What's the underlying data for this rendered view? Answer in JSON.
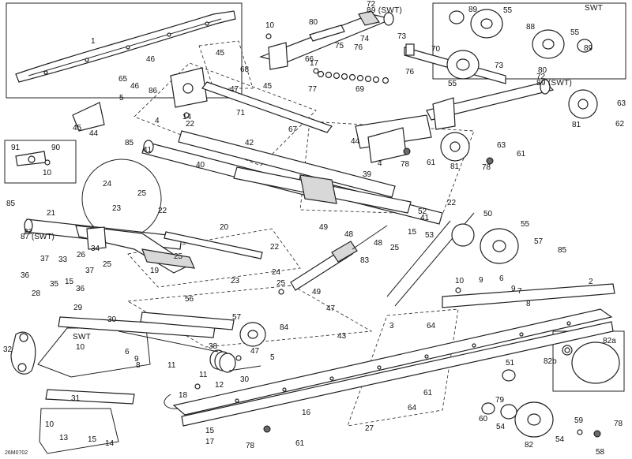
{
  "diagram": {
    "drawing_code": "26M0702",
    "labels": [
      {
        "id": "1",
        "text": "1"
      },
      {
        "id": "2",
        "text": "2"
      },
      {
        "id": "3",
        "text": "3"
      },
      {
        "id": "4a",
        "text": "4"
      },
      {
        "id": "4b",
        "text": "4"
      },
      {
        "id": "5a",
        "text": "5"
      },
      {
        "id": "5b",
        "text": "5"
      },
      {
        "id": "6a",
        "text": "6"
      },
      {
        "id": "6b",
        "text": "6"
      },
      {
        "id": "7",
        "text": "7"
      },
      {
        "id": "8a",
        "text": "8"
      },
      {
        "id": "8b",
        "text": "8"
      },
      {
        "id": "9a",
        "text": "9"
      },
      {
        "id": "9b",
        "text": "9"
      },
      {
        "id": "9c",
        "text": "9"
      },
      {
        "id": "10a",
        "text": "10"
      },
      {
        "id": "10b",
        "text": "10"
      },
      {
        "id": "10c",
        "text": "10"
      },
      {
        "id": "10d",
        "text": "10"
      },
      {
        "id": "10e",
        "text": "10"
      },
      {
        "id": "11a",
        "text": "11"
      },
      {
        "id": "11b",
        "text": "11"
      },
      {
        "id": "12",
        "text": "12"
      },
      {
        "id": "13",
        "text": "13"
      },
      {
        "id": "14a",
        "text": "14"
      },
      {
        "id": "14b",
        "text": "14"
      },
      {
        "id": "15a",
        "text": "15"
      },
      {
        "id": "15b",
        "text": "15"
      },
      {
        "id": "15c",
        "text": "15"
      },
      {
        "id": "15d",
        "text": "15"
      },
      {
        "id": "16",
        "text": "16"
      },
      {
        "id": "17a",
        "text": "17"
      },
      {
        "id": "17b",
        "text": "17"
      },
      {
        "id": "18",
        "text": "18"
      },
      {
        "id": "19",
        "text": "19"
      },
      {
        "id": "20",
        "text": "20"
      },
      {
        "id": "21",
        "text": "21"
      },
      {
        "id": "22a",
        "text": "22"
      },
      {
        "id": "22b",
        "text": "22"
      },
      {
        "id": "22c",
        "text": "22"
      },
      {
        "id": "22d",
        "text": "22"
      },
      {
        "id": "22e",
        "text": "22"
      },
      {
        "id": "23a",
        "text": "23"
      },
      {
        "id": "23b",
        "text": "23"
      },
      {
        "id": "24a",
        "text": "24"
      },
      {
        "id": "24b",
        "text": "24"
      },
      {
        "id": "25a",
        "text": "25"
      },
      {
        "id": "25b",
        "text": "25"
      },
      {
        "id": "25c",
        "text": "25"
      },
      {
        "id": "25d",
        "text": "25"
      },
      {
        "id": "25e",
        "text": "25"
      },
      {
        "id": "26",
        "text": "26"
      },
      {
        "id": "27",
        "text": "27"
      },
      {
        "id": "28",
        "text": "28"
      },
      {
        "id": "29",
        "text": "29"
      },
      {
        "id": "30a",
        "text": "30"
      },
      {
        "id": "30b",
        "text": "30"
      },
      {
        "id": "31",
        "text": "31"
      },
      {
        "id": "32",
        "text": "32"
      },
      {
        "id": "33",
        "text": "33"
      },
      {
        "id": "34",
        "text": "34"
      },
      {
        "id": "35",
        "text": "35"
      },
      {
        "id": "36a",
        "text": "36"
      },
      {
        "id": "36b",
        "text": "36"
      },
      {
        "id": "37a",
        "text": "37"
      },
      {
        "id": "37b",
        "text": "37"
      },
      {
        "id": "38",
        "text": "38"
      },
      {
        "id": "39",
        "text": "39"
      },
      {
        "id": "40",
        "text": "40"
      },
      {
        "id": "41a",
        "text": "41"
      },
      {
        "id": "41b",
        "text": "41"
      },
      {
        "id": "42",
        "text": "42"
      },
      {
        "id": "43",
        "text": "43"
      },
      {
        "id": "44a",
        "text": "44"
      },
      {
        "id": "44b",
        "text": "44"
      },
      {
        "id": "45a",
        "text": "45"
      },
      {
        "id": "45b",
        "text": "45"
      },
      {
        "id": "45c",
        "text": "45"
      },
      {
        "id": "46a",
        "text": "46"
      },
      {
        "id": "46b",
        "text": "46"
      },
      {
        "id": "47a",
        "text": "47"
      },
      {
        "id": "47b",
        "text": "47"
      },
      {
        "id": "47c",
        "text": "47"
      },
      {
        "id": "48a",
        "text": "48"
      },
      {
        "id": "48b",
        "text": "48"
      },
      {
        "id": "49a",
        "text": "49"
      },
      {
        "id": "49b",
        "text": "49"
      },
      {
        "id": "50",
        "text": "50"
      },
      {
        "id": "51",
        "text": "51"
      },
      {
        "id": "52",
        "text": "52"
      },
      {
        "id": "53",
        "text": "53"
      },
      {
        "id": "54a",
        "text": "54"
      },
      {
        "id": "54b",
        "text": "54"
      },
      {
        "id": "55a",
        "text": "55"
      },
      {
        "id": "55b",
        "text": "55"
      },
      {
        "id": "55c",
        "text": "55"
      },
      {
        "id": "55d",
        "text": "55"
      },
      {
        "id": "56",
        "text": "56"
      },
      {
        "id": "57a",
        "text": "57"
      },
      {
        "id": "57b",
        "text": "57"
      },
      {
        "id": "58",
        "text": "58"
      },
      {
        "id": "59",
        "text": "59"
      },
      {
        "id": "60",
        "text": "60"
      },
      {
        "id": "61a",
        "text": "61"
      },
      {
        "id": "61b",
        "text": "61"
      },
      {
        "id": "61c",
        "text": "61"
      },
      {
        "id": "61d",
        "text": "61"
      },
      {
        "id": "62",
        "text": "62"
      },
      {
        "id": "63a",
        "text": "63"
      },
      {
        "id": "63b",
        "text": "63"
      },
      {
        "id": "64a",
        "text": "64"
      },
      {
        "id": "64b",
        "text": "64"
      },
      {
        "id": "65",
        "text": "65"
      },
      {
        "id": "66",
        "text": "66"
      },
      {
        "id": "67",
        "text": "67"
      },
      {
        "id": "68",
        "text": "68"
      },
      {
        "id": "69",
        "text": "69"
      },
      {
        "id": "70",
        "text": "70"
      },
      {
        "id": "71",
        "text": "71"
      },
      {
        "id": "72a",
        "text": "72"
      },
      {
        "id": "72b",
        "text": "72"
      },
      {
        "id": "73a",
        "text": "73"
      },
      {
        "id": "73b",
        "text": "73"
      },
      {
        "id": "74",
        "text": "74"
      },
      {
        "id": "75",
        "text": "75"
      },
      {
        "id": "76a",
        "text": "76"
      },
      {
        "id": "76b",
        "text": "76"
      },
      {
        "id": "77",
        "text": "77"
      },
      {
        "id": "78a",
        "text": "78"
      },
      {
        "id": "78b",
        "text": "78"
      },
      {
        "id": "78c",
        "text": "78"
      },
      {
        "id": "78d",
        "text": "78"
      },
      {
        "id": "79",
        "text": "79"
      },
      {
        "id": "80a",
        "text": "80"
      },
      {
        "id": "80b",
        "text": "80"
      },
      {
        "id": "81a",
        "text": "81"
      },
      {
        "id": "81b",
        "text": "81"
      },
      {
        "id": "82",
        "text": "82"
      },
      {
        "id": "82a",
        "text": "82a"
      },
      {
        "id": "82b",
        "text": "82b"
      },
      {
        "id": "83",
        "text": "83"
      },
      {
        "id": "84",
        "text": "84"
      },
      {
        "id": "85a",
        "text": "85"
      },
      {
        "id": "85b",
        "text": "85"
      },
      {
        "id": "85c",
        "text": "85"
      },
      {
        "id": "86",
        "text": "86"
      },
      {
        "id": "87",
        "text": "87 (SWT)"
      },
      {
        "id": "88",
        "text": "88"
      },
      {
        "id": "89a",
        "text": "89"
      },
      {
        "id": "89b",
        "text": "89"
      },
      {
        "id": "89c",
        "text": "89 (SWT)"
      },
      {
        "id": "89d",
        "text": "89 (SWT)"
      },
      {
        "id": "90",
        "text": "90"
      },
      {
        "id": "91",
        "text": "91"
      },
      {
        "id": "swt1",
        "text": "SWT"
      },
      {
        "id": "swt2",
        "text": "SWT"
      }
    ]
  }
}
